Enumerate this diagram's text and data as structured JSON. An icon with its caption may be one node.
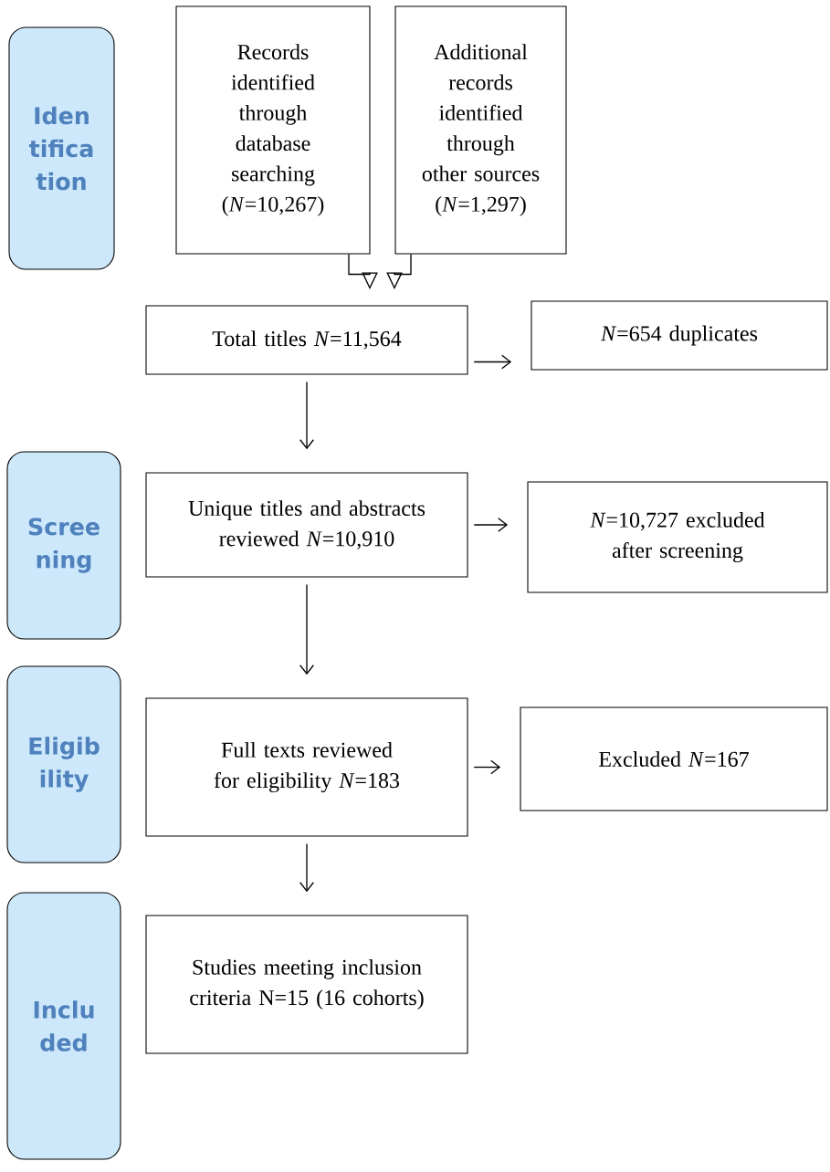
{
  "diagram": {
    "nodes": [
      {
        "text": [
          "Iden tifica tion"
        ]
      },
      {
        "text": [
          "Records identified through database searching (*N*=10,267)"
        ]
      },
      {
        "text": [
          "Additional records identified through other sources (*N*=1,297)"
        ]
      },
      {
        "text": [
          "Total titles *N*=11,564"
        ]
      },
      {
        "text": [
          "*N*=654 duplicates"
        ]
      },
      {
        "text": [
          "Scree ning"
        ]
      },
      {
        "text": [
          "Unique titles and abstracts reviewed *N*=10,910"
        ]
      },
      {
        "text": [
          "*N*=10,727 excluded after screening"
        ]
      },
      {
        "text": [
          "Eligib ility"
        ]
      },
      {
        "text": [
          "Full texts reviewed for eligibility *N*=183"
        ]
      },
      {
        "text": [
          "Excluded *N*=167"
        ]
      },
      {
        "text": [
          "Inclu ded"
        ]
      },
      {
        "text": [
          "Studies meeting inclusion criteria N=15 (16 cohorts)"
        ]
      }
    ],
    "edges": [
      {
        "from": 1,
        "to": 3,
        "arrow": "to"
      },
      {
        "from": 2,
        "to": 3,
        "arrow": "to"
      },
      {
        "from": 3,
        "to": 4,
        "arrow": "to"
      },
      {
        "from": 3,
        "to": 6,
        "arrow": "to"
      },
      {
        "from": 6,
        "to": 7,
        "arrow": "to"
      },
      {
        "from": 6,
        "to": 9,
        "arrow": "to"
      },
      {
        "from": 9,
        "to": 10,
        "arrow": "to"
      },
      {
        "from": 9,
        "to": 12,
        "arrow": "to"
      }
    ]
  }
}
